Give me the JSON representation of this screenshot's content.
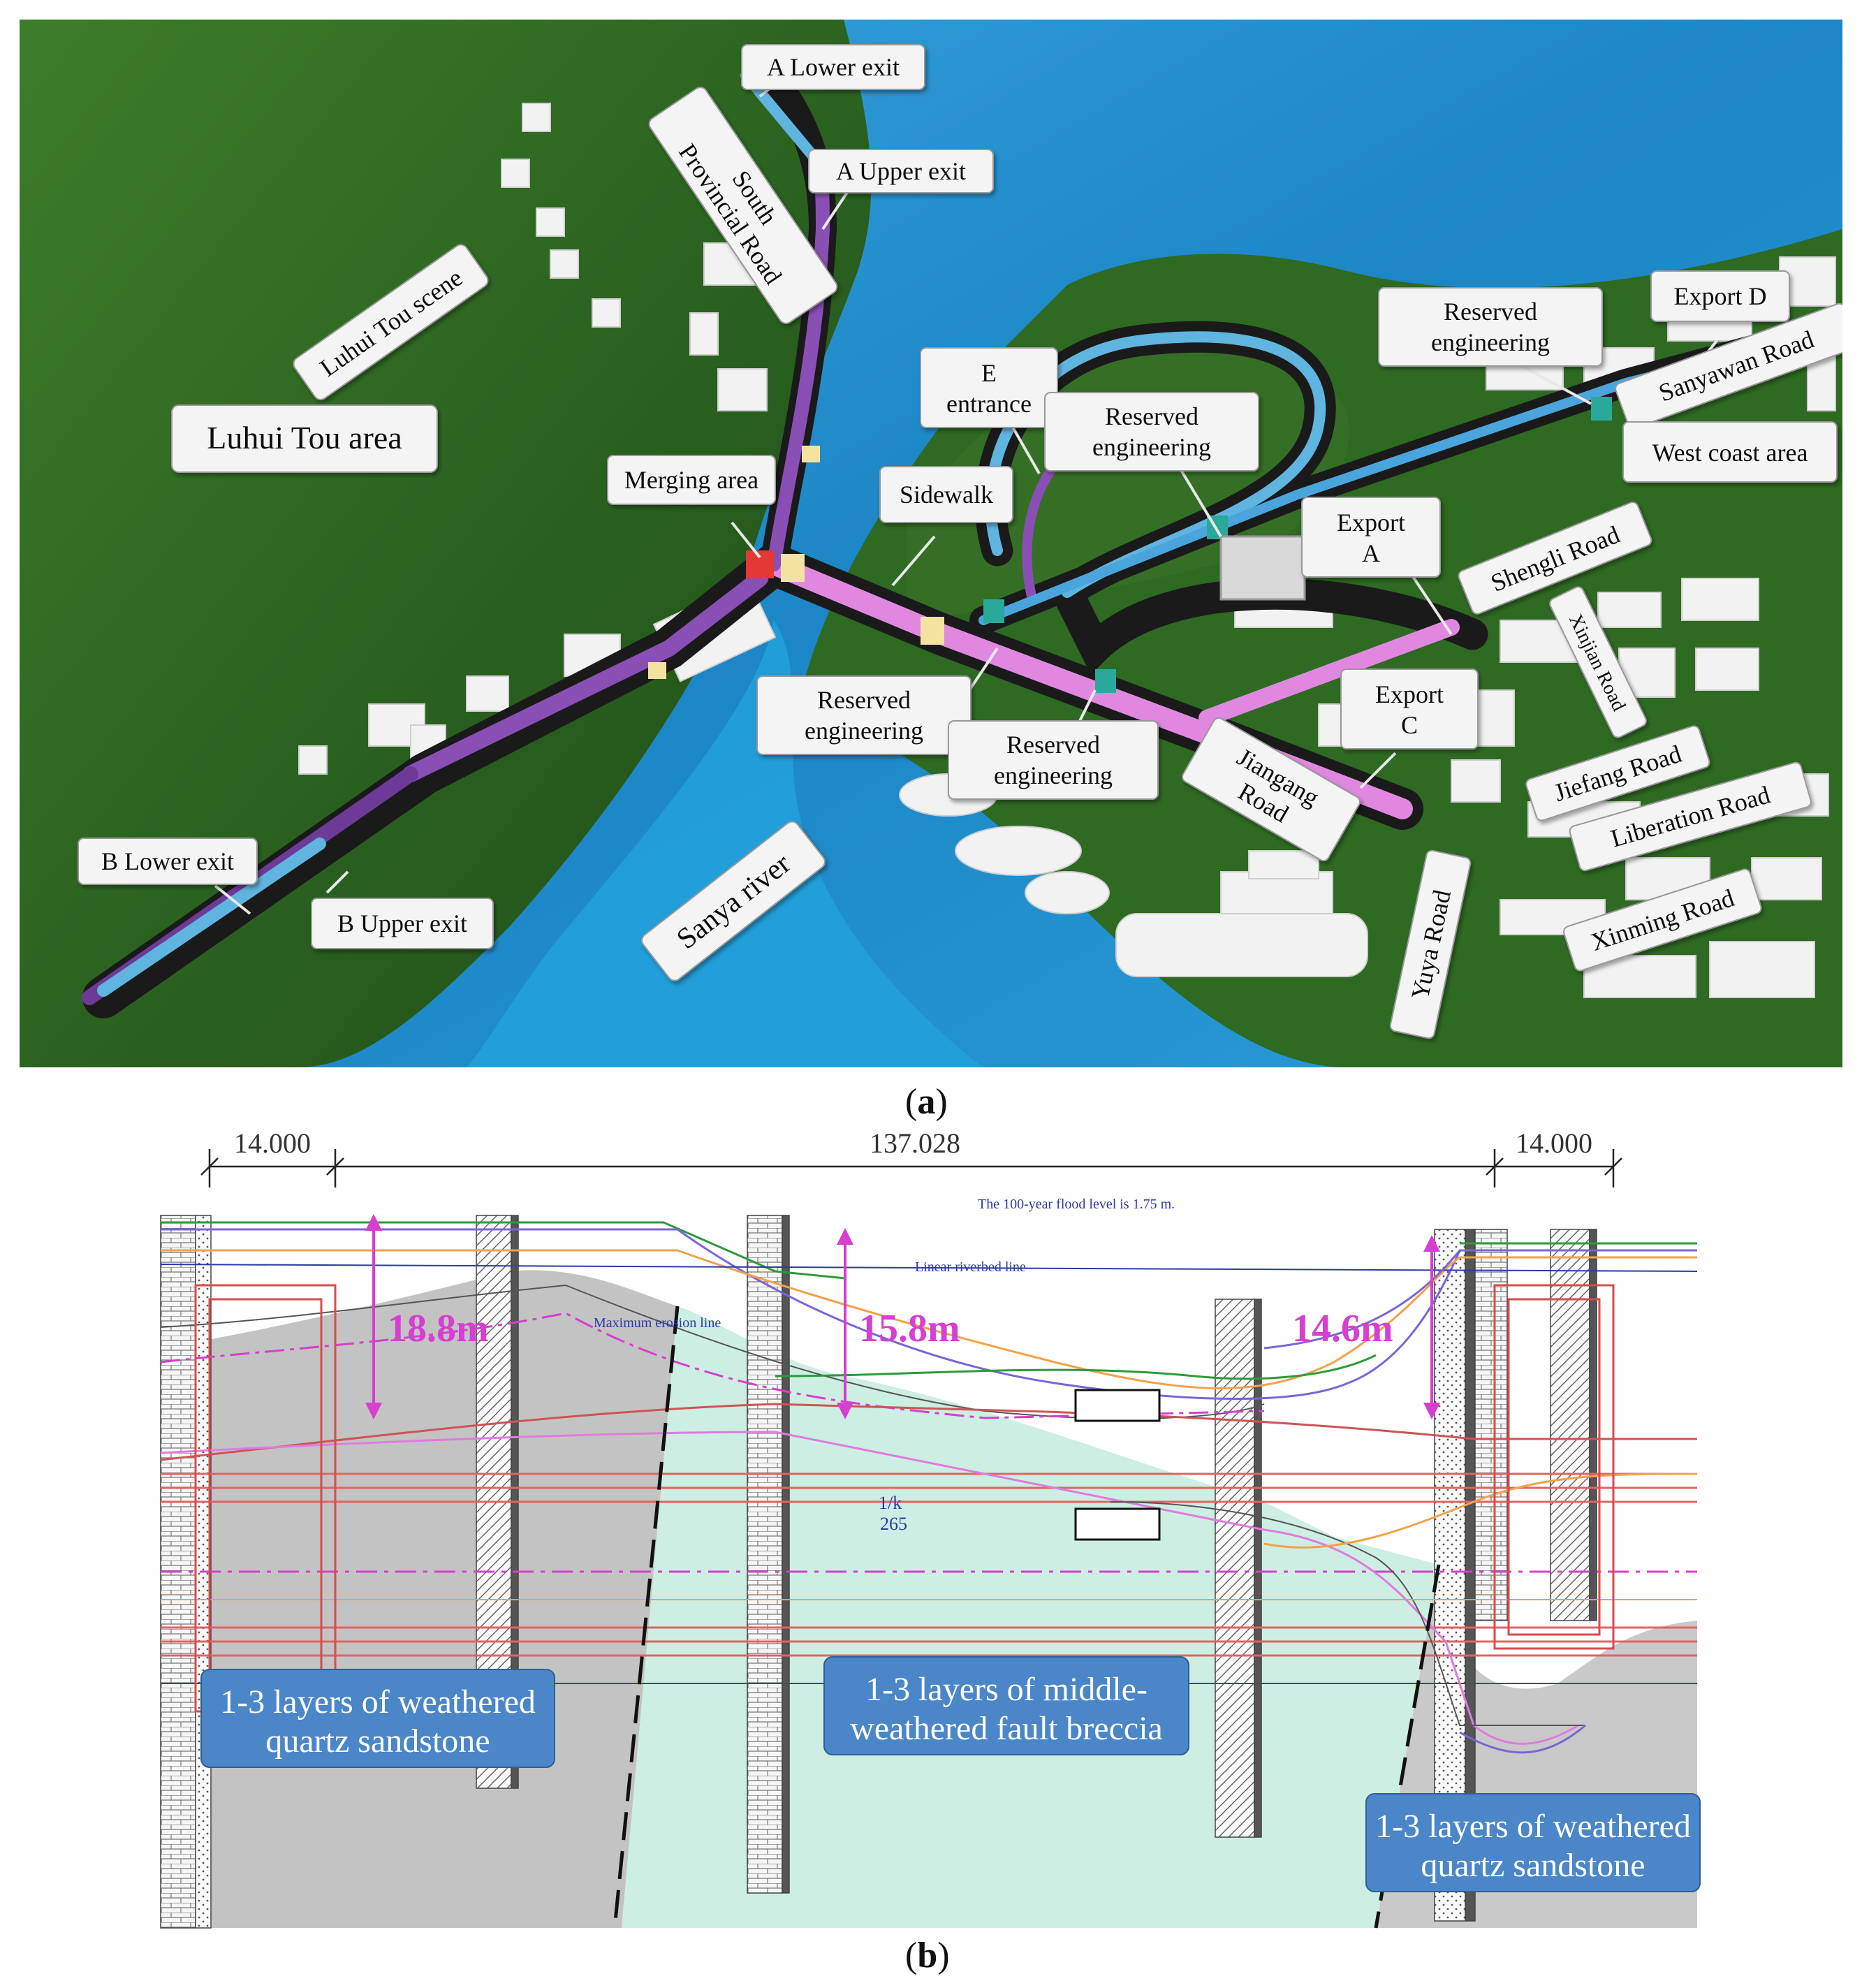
{
  "panel_a": {
    "labels": {
      "a_lower_exit": "A Lower exit",
      "a_upper_exit": "A Upper exit",
      "south_provincial_road_1": "South",
      "south_provincial_road_2": "Provincial Road",
      "luhui_tou_scene": "Luhui Tou scene",
      "luhui_tou_area": "Luhui Tou area",
      "merging_area": "Merging area",
      "sidewalk": "Sidewalk",
      "e_entrance_1": "E",
      "e_entrance_2": "entrance",
      "reserved_engineering_word1": "Reserved",
      "reserved_engineering_word2": "engineering",
      "export_d": "Export D",
      "sanyawan_road": "Sanyawan Road",
      "west_coast_area": "West coast area",
      "export_a_1": "Export",
      "export_a_2": "A",
      "shengli_road": "Shengli Road",
      "xinjian_road": "Xinjian Road",
      "export_c_1": "Export",
      "export_c_2": "C",
      "jiangang_road_1": "Jiangang",
      "jiangang_road_2": "Road",
      "jiefang_road": "Jiefang Road",
      "liberation_road": "Liberation Road",
      "xinming_road": "Xinming Road",
      "yuya_road": "Yuya Road",
      "sanya_river": "Sanya river",
      "b_lower_exit": "B Lower exit",
      "b_upper_exit": "B Upper exit"
    }
  },
  "panel_b": {
    "dimensions": {
      "left": "14.000",
      "middle": "137.028",
      "right": "14.000"
    },
    "annotations": {
      "flood_level": "The 100-year flood level is 1.75 m.",
      "riverbed_line": "Linear riverbed line",
      "erosion_line": "Maximum erosion line",
      "slope": "1/k",
      "slope_value": "265"
    },
    "depths": {
      "left": "18.8m",
      "middle": "15.8m",
      "right": "14.6m"
    },
    "zones": {
      "left_line1": "1-3 layers of weathered",
      "left_line2": "quartz sandstone",
      "middle_line1": "1-3 layers of middle-",
      "middle_line2": "weathered fault breccia",
      "right_line1": "1-3 layers of weathered",
      "right_line2": "quartz sandstone"
    }
  },
  "captions": {
    "a": "a",
    "b": "b"
  },
  "colors": {
    "forest": "#2f6b22",
    "water": "#1e88c8",
    "tunnel_purple": "#8a4fb5",
    "tunnel_blue": "#5fb4e0",
    "depth_magenta": "#d63fd0",
    "zone_box": "#4a86c8",
    "fault_zone": "#cdeee2",
    "rock_grey": "#b9b9b9"
  }
}
